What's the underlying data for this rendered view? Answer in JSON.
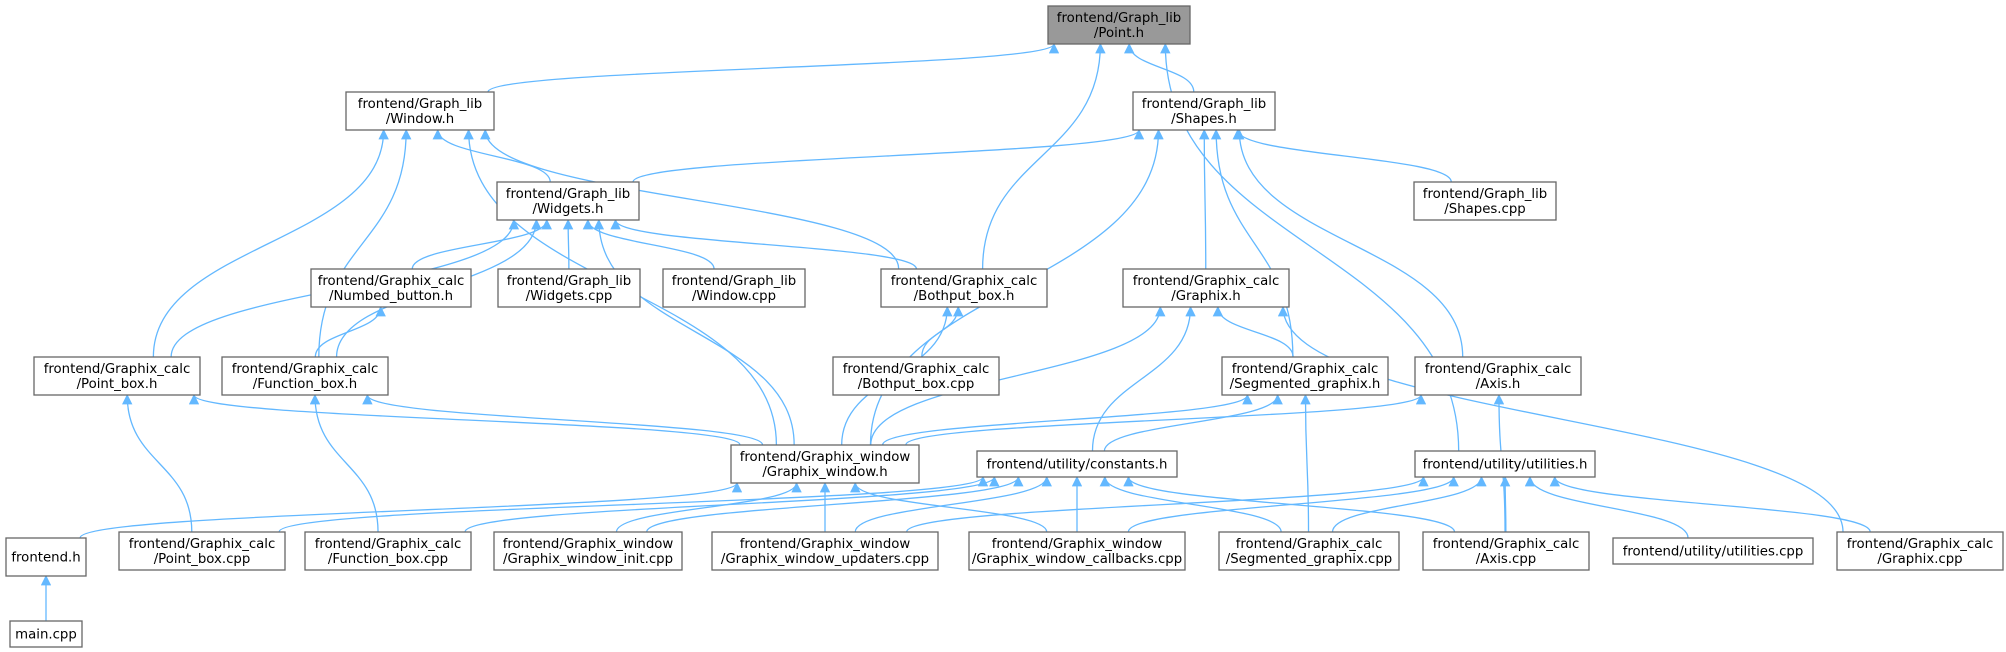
{
  "title": "",
  "colors": {
    "edge": "#63b8ff",
    "node_border": "#666666",
    "root_fill": "#999999",
    "node_fill": "#ffffff"
  },
  "nodes": [
    {
      "id": "point_h",
      "lines": [
        "frontend/Graph_lib",
        "/Point.h"
      ],
      "root": true
    },
    {
      "id": "window_h",
      "lines": [
        "frontend/Graph_lib",
        "/Window.h"
      ]
    },
    {
      "id": "shapes_h",
      "lines": [
        "frontend/Graph_lib",
        "/Shapes.h"
      ]
    },
    {
      "id": "widgets_h",
      "lines": [
        "frontend/Graph_lib",
        "/Widgets.h"
      ]
    },
    {
      "id": "shapes_cpp",
      "lines": [
        "frontend/Graph_lib",
        "/Shapes.cpp"
      ]
    },
    {
      "id": "numbed_button_h",
      "lines": [
        "frontend/Graphix_calc",
        "/Numbed_button.h"
      ]
    },
    {
      "id": "widgets_cpp",
      "lines": [
        "frontend/Graph_lib",
        "/Widgets.cpp"
      ]
    },
    {
      "id": "window_cpp",
      "lines": [
        "frontend/Graph_lib",
        "/Window.cpp"
      ]
    },
    {
      "id": "bothput_box_h",
      "lines": [
        "frontend/Graphix_calc",
        "/Bothput_box.h"
      ]
    },
    {
      "id": "graphix_h",
      "lines": [
        "frontend/Graphix_calc",
        "/Graphix.h"
      ]
    },
    {
      "id": "point_box_h",
      "lines": [
        "frontend/Graphix_calc",
        "/Point_box.h"
      ]
    },
    {
      "id": "function_box_h",
      "lines": [
        "frontend/Graphix_calc",
        "/Function_box.h"
      ]
    },
    {
      "id": "bothput_box_cpp",
      "lines": [
        "frontend/Graphix_calc",
        "/Bothput_box.cpp"
      ]
    },
    {
      "id": "segmented_graphix_h",
      "lines": [
        "frontend/Graphix_calc",
        "/Segmented_graphix.h"
      ]
    },
    {
      "id": "axis_h",
      "lines": [
        "frontend/Graphix_calc",
        "/Axis.h"
      ]
    },
    {
      "id": "graphix_window_h",
      "lines": [
        "frontend/Graphix_window",
        "/Graphix_window.h"
      ]
    },
    {
      "id": "constants_h",
      "lines": [
        "frontend/utility/constants.h"
      ]
    },
    {
      "id": "utilities_h",
      "lines": [
        "frontend/utility/utilities.h"
      ]
    },
    {
      "id": "frontend_h",
      "lines": [
        "frontend.h"
      ]
    },
    {
      "id": "point_box_cpp",
      "lines": [
        "frontend/Graphix_calc",
        "/Point_box.cpp"
      ]
    },
    {
      "id": "function_box_cpp",
      "lines": [
        "frontend/Graphix_calc",
        "/Function_box.cpp"
      ]
    },
    {
      "id": "graphix_window_init_cpp",
      "lines": [
        "frontend/Graphix_window",
        "/Graphix_window_init.cpp"
      ]
    },
    {
      "id": "graphix_window_updaters_cpp",
      "lines": [
        "frontend/Graphix_window",
        "/Graphix_window_updaters.cpp"
      ]
    },
    {
      "id": "graphix_window_callbacks_cpp",
      "lines": [
        "frontend/Graphix_window",
        "/Graphix_window_callbacks.cpp"
      ]
    },
    {
      "id": "segmented_graphix_cpp",
      "lines": [
        "frontend/Graphix_calc",
        "/Segmented_graphix.cpp"
      ]
    },
    {
      "id": "axis_cpp",
      "lines": [
        "frontend/Graphix_calc",
        "/Axis.cpp"
      ]
    },
    {
      "id": "utilities_cpp",
      "lines": [
        "frontend/utility/utilities.cpp"
      ]
    },
    {
      "id": "graphix_cpp",
      "lines": [
        "frontend/Graphix_calc",
        "/Graphix.cpp"
      ]
    },
    {
      "id": "main_cpp",
      "lines": [
        "main.cpp"
      ]
    }
  ],
  "edges": [
    [
      "window_h",
      "point_h"
    ],
    [
      "shapes_h",
      "point_h"
    ],
    [
      "bothput_box_h",
      "point_h"
    ],
    [
      "utilities_h",
      "point_h"
    ],
    [
      "widgets_h",
      "window_h"
    ],
    [
      "bothput_box_h",
      "window_h"
    ],
    [
      "point_box_h",
      "window_h"
    ],
    [
      "function_box_h",
      "window_h"
    ],
    [
      "graphix_window_h",
      "window_h"
    ],
    [
      "widgets_h",
      "shapes_h"
    ],
    [
      "shapes_cpp",
      "shapes_h"
    ],
    [
      "graphix_h",
      "shapes_h"
    ],
    [
      "segmented_graphix_h",
      "shapes_h"
    ],
    [
      "axis_h",
      "shapes_h"
    ],
    [
      "graphix_window_h",
      "shapes_h"
    ],
    [
      "numbed_button_h",
      "widgets_h"
    ],
    [
      "widgets_cpp",
      "widgets_h"
    ],
    [
      "window_cpp",
      "widgets_h"
    ],
    [
      "bothput_box_h",
      "widgets_h"
    ],
    [
      "point_box_h",
      "widgets_h"
    ],
    [
      "function_box_h",
      "widgets_h"
    ],
    [
      "graphix_window_h",
      "widgets_h"
    ],
    [
      "function_box_h",
      "numbed_button_h"
    ],
    [
      "bothput_box_cpp",
      "bothput_box_h"
    ],
    [
      "graphix_window_h",
      "bothput_box_h"
    ],
    [
      "segmented_graphix_h",
      "graphix_h"
    ],
    [
      "graphix_window_h",
      "graphix_h"
    ],
    [
      "constants_h",
      "graphix_h"
    ],
    [
      "graphix_cpp",
      "graphix_h"
    ],
    [
      "graphix_window_h",
      "point_box_h"
    ],
    [
      "point_box_cpp",
      "point_box_h"
    ],
    [
      "graphix_window_h",
      "function_box_h"
    ],
    [
      "function_box_cpp",
      "function_box_h"
    ],
    [
      "graphix_window_h",
      "segmented_graphix_h"
    ],
    [
      "constants_h",
      "segmented_graphix_h"
    ],
    [
      "segmented_graphix_cpp",
      "segmented_graphix_h"
    ],
    [
      "graphix_window_h",
      "axis_h"
    ],
    [
      "axis_cpp",
      "axis_h"
    ],
    [
      "frontend_h",
      "graphix_window_h"
    ],
    [
      "graphix_window_init_cpp",
      "graphix_window_h"
    ],
    [
      "graphix_window_updaters_cpp",
      "graphix_window_h"
    ],
    [
      "graphix_window_callbacks_cpp",
      "graphix_window_h"
    ],
    [
      "point_box_cpp",
      "constants_h"
    ],
    [
      "function_box_cpp",
      "constants_h"
    ],
    [
      "graphix_window_init_cpp",
      "constants_h"
    ],
    [
      "graphix_window_updaters_cpp",
      "constants_h"
    ],
    [
      "graphix_window_callbacks_cpp",
      "constants_h"
    ],
    [
      "segmented_graphix_cpp",
      "constants_h"
    ],
    [
      "axis_cpp",
      "constants_h"
    ],
    [
      "graphix_window_updaters_cpp",
      "utilities_h"
    ],
    [
      "graphix_window_callbacks_cpp",
      "utilities_h"
    ],
    [
      "segmented_graphix_cpp",
      "utilities_h"
    ],
    [
      "axis_cpp",
      "utilities_h"
    ],
    [
      "utilities_cpp",
      "utilities_h"
    ],
    [
      "graphix_cpp",
      "utilities_h"
    ],
    [
      "main_cpp",
      "frontend_h"
    ]
  ]
}
